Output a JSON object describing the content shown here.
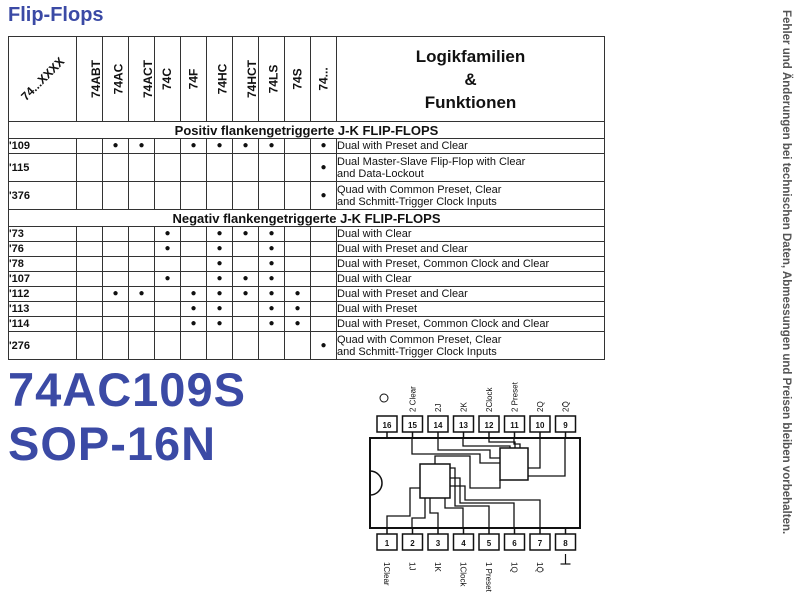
{
  "title": "Flip-Flops",
  "side_note": "Fehler und Änderungen bei technischen Daten, Abmessungen und Preisen bleiben vorbehalten.",
  "table": {
    "corner_label": "74...XXXX",
    "families": [
      "74ABT",
      "74AC",
      "74ACT",
      "74C",
      "74F",
      "74HC",
      "74HCT",
      "74LS",
      "74S",
      "74..."
    ],
    "header_title_lines": [
      "Logikfamilien",
      "&",
      "Funktionen"
    ],
    "sections": [
      {
        "title": "Positiv flankengetriggerte J-K FLIP-FLOPS",
        "rows": [
          {
            "code": "'109",
            "dots": [
              0,
              1,
              1,
              0,
              1,
              1,
              1,
              1,
              0,
              1
            ],
            "func": [
              "Dual with Preset and Clear"
            ]
          },
          {
            "code": "'115",
            "dots": [
              0,
              0,
              0,
              0,
              0,
              0,
              0,
              0,
              0,
              1
            ],
            "func": [
              "Dual Master-Slave Flip-Flop with Clear",
              "and Data-Lockout"
            ]
          },
          {
            "code": "'376",
            "dots": [
              0,
              0,
              0,
              0,
              0,
              0,
              0,
              0,
              0,
              1
            ],
            "func": [
              "Quad with Common Preset, Clear",
              "and Schmitt-Trigger Clock Inputs"
            ]
          }
        ]
      },
      {
        "title": "Negativ flankengetriggerte J-K FLIP-FLOPS",
        "rows": [
          {
            "code": "'73",
            "dots": [
              0,
              0,
              0,
              1,
              0,
              1,
              1,
              1,
              0,
              0
            ],
            "func": [
              "Dual with Clear"
            ]
          },
          {
            "code": "'76",
            "dots": [
              0,
              0,
              0,
              1,
              0,
              1,
              0,
              1,
              0,
              0
            ],
            "func": [
              "Dual with Preset and Clear"
            ]
          },
          {
            "code": "'78",
            "dots": [
              0,
              0,
              0,
              0,
              0,
              1,
              0,
              1,
              0,
              0
            ],
            "func": [
              "Dual with Preset, Common Clock and Clear"
            ]
          },
          {
            "code": "'107",
            "dots": [
              0,
              0,
              0,
              1,
              0,
              1,
              1,
              1,
              0,
              0
            ],
            "func": [
              "Dual with Clear"
            ]
          },
          {
            "code": "'112",
            "dots": [
              0,
              1,
              1,
              0,
              1,
              1,
              1,
              1,
              1,
              0
            ],
            "func": [
              "Dual with Preset and Clear"
            ]
          },
          {
            "code": "'113",
            "dots": [
              0,
              0,
              0,
              0,
              1,
              1,
              0,
              1,
              1,
              0
            ],
            "func": [
              "Dual with Preset"
            ]
          },
          {
            "code": "'114",
            "dots": [
              0,
              0,
              0,
              0,
              1,
              1,
              0,
              1,
              1,
              0
            ],
            "func": [
              "Dual with Preset, Common Clock and Clear"
            ]
          },
          {
            "code": "'276",
            "dots": [
              0,
              0,
              0,
              0,
              0,
              0,
              0,
              0,
              0,
              1
            ],
            "func": [
              "Quad with Common Preset, Clear",
              "and Schmitt-Trigger Clock Inputs"
            ]
          }
        ]
      }
    ]
  },
  "part_number": "74AC109S",
  "package": "SOP-16N",
  "pinout": {
    "top_pins": [
      "16",
      "15",
      "14",
      "13",
      "12",
      "11",
      "10",
      "9"
    ],
    "bottom_pins": [
      "1",
      "2",
      "3",
      "4",
      "5",
      "6",
      "7",
      "8"
    ],
    "top_labels": [
      "",
      "2 Clear",
      "2J",
      "2K",
      "2Clock",
      "2 Preset",
      "2Q",
      "2Q̄"
    ],
    "bottom_labels": [
      "1Clear",
      "1J",
      "1K",
      "1Clock",
      "1 Preset",
      "1Q",
      "1Q̄",
      ""
    ]
  }
}
